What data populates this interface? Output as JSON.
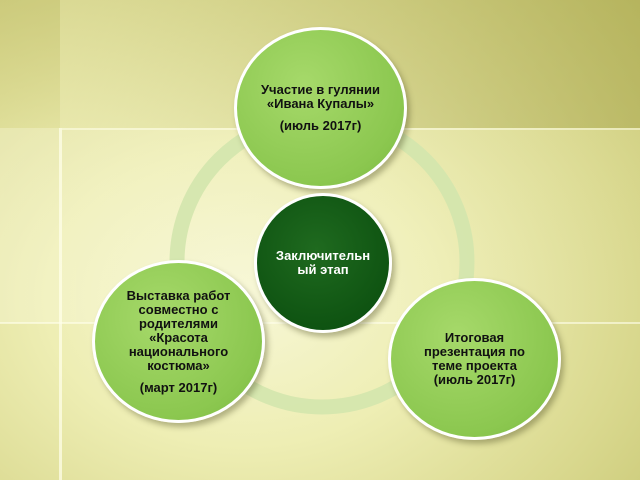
{
  "colors": {
    "node_fill": "#8bc74f",
    "center_fill": "#0f5412",
    "ring": "#d3e6ad",
    "background": "#eeeeb4"
  },
  "center": {
    "lines": [
      "Заключительн",
      "ый  этап"
    ]
  },
  "top_node": {
    "lines": [
      "Участие в гулянии",
      "«Ивана Купалы»"
    ],
    "date": "(июль 2017г)"
  },
  "left_node": {
    "lines": [
      "Выставка работ",
      "совместно с",
      "родителями",
      "«Красота",
      "национального",
      "костюма»"
    ],
    "date": "(март 2017г)"
  },
  "right_node": {
    "lines": [
      "Итоговая",
      "презентация по",
      "теме проекта",
      "(июль 2017г)"
    ]
  }
}
